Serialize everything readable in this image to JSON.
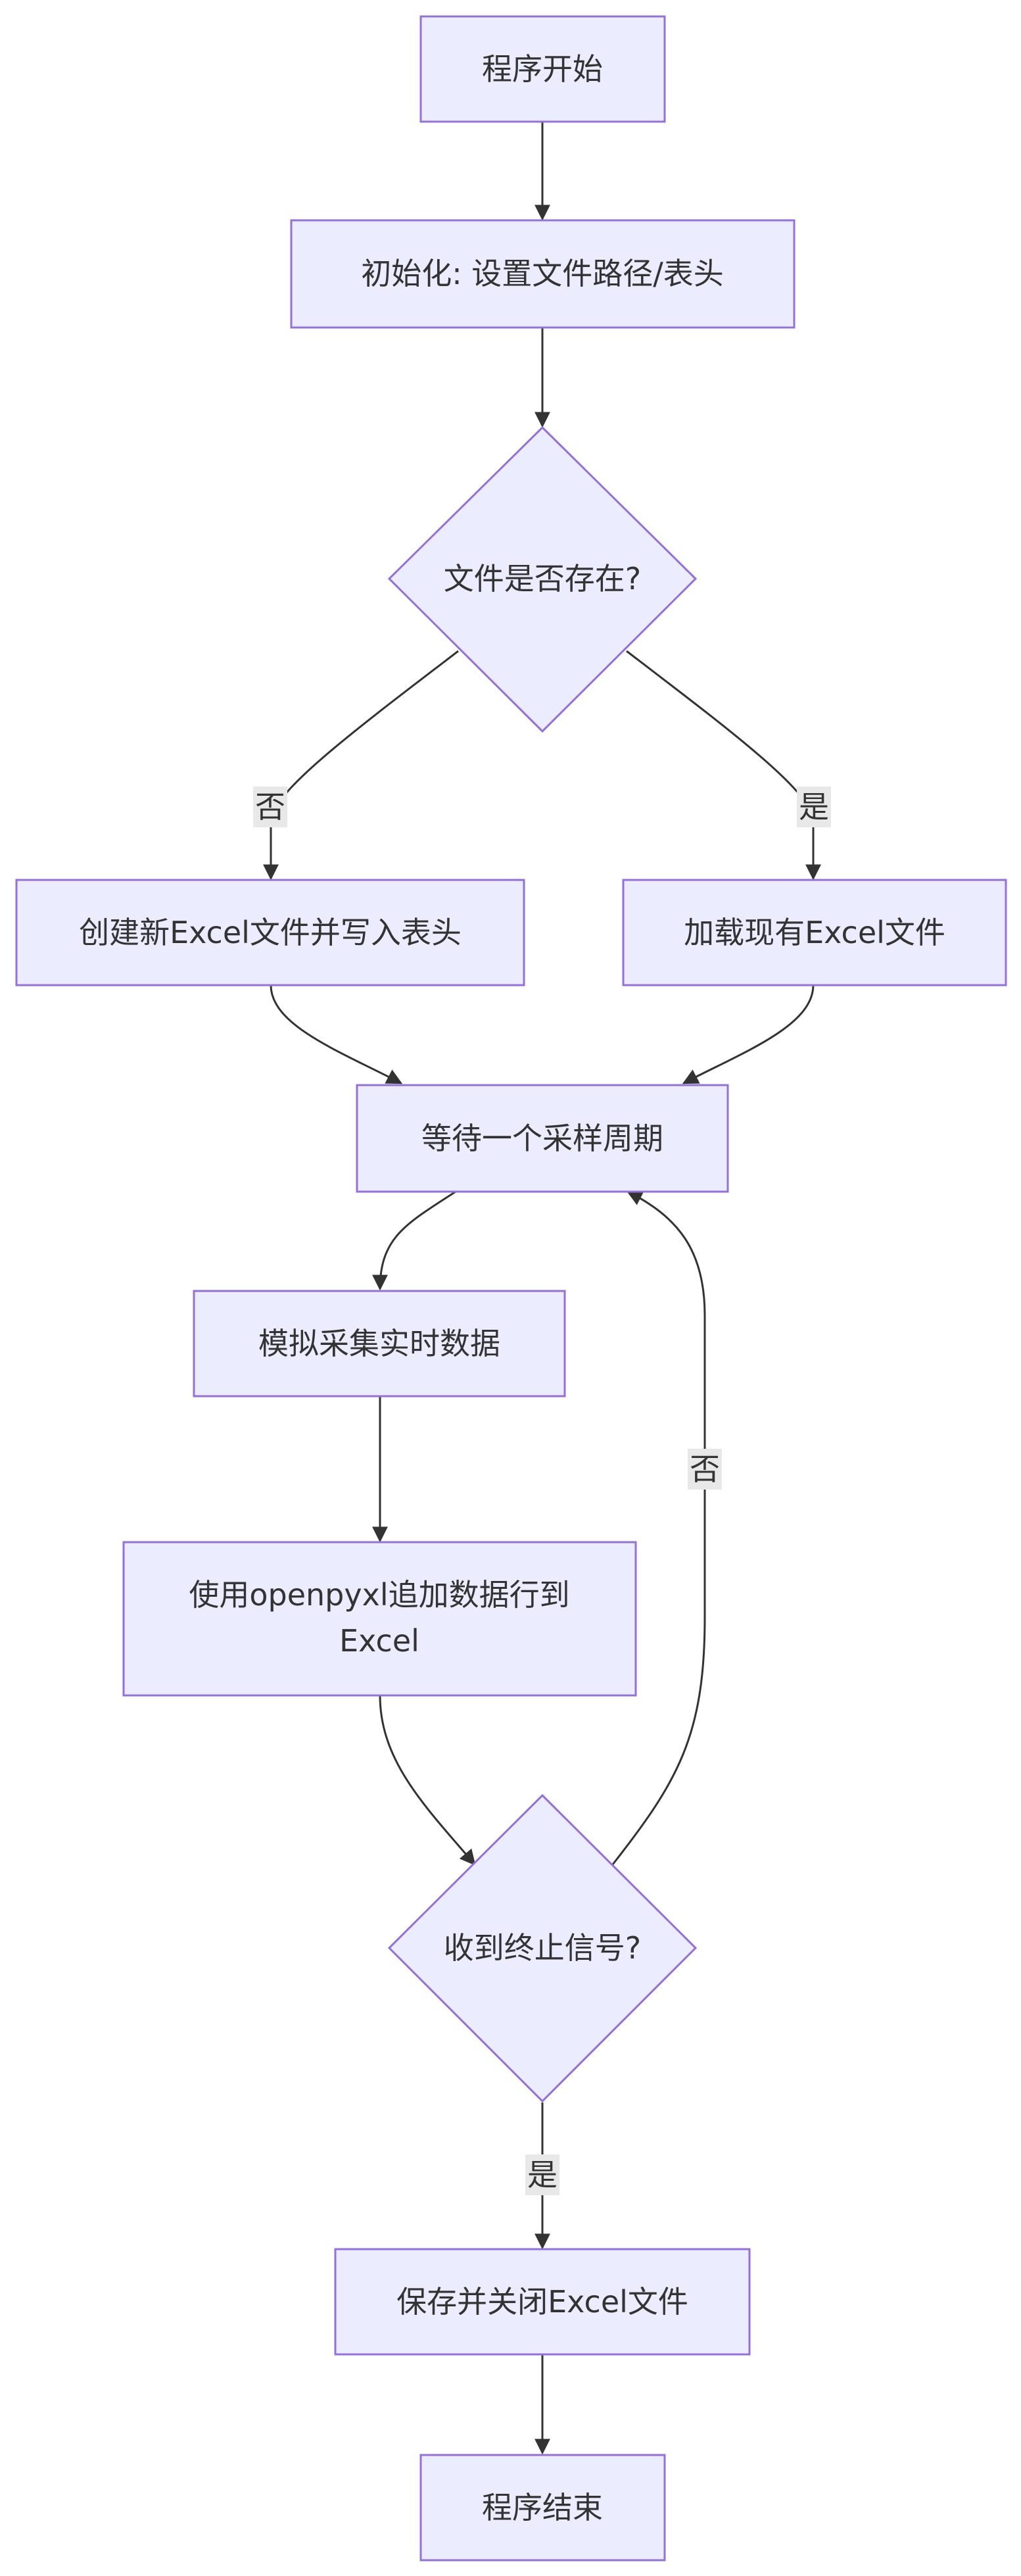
{
  "nodes": {
    "start": "程序开始",
    "init": "初始化: 设置文件路径/表头",
    "file_exists": "文件是否存在?",
    "create_file": "创建新Excel文件并写入表头",
    "load_file": "加载现有Excel文件",
    "wait": "等待一个采样周期",
    "simulate": "模拟采集实时数据",
    "append_line1": "使用openpyxl追加数据行到",
    "append_line2": "Excel",
    "terminate": "收到终止信号?",
    "save_close": "保存并关闭Excel文件",
    "end": "程序结束"
  },
  "edge_labels": {
    "no_create": "否",
    "yes_load": "是",
    "no_loop": "否",
    "yes_save": "是"
  },
  "colors": {
    "node_fill": "#ececff",
    "node_stroke": "#9370db",
    "edge": "#333333",
    "label_bg": "#e8e8e8"
  }
}
